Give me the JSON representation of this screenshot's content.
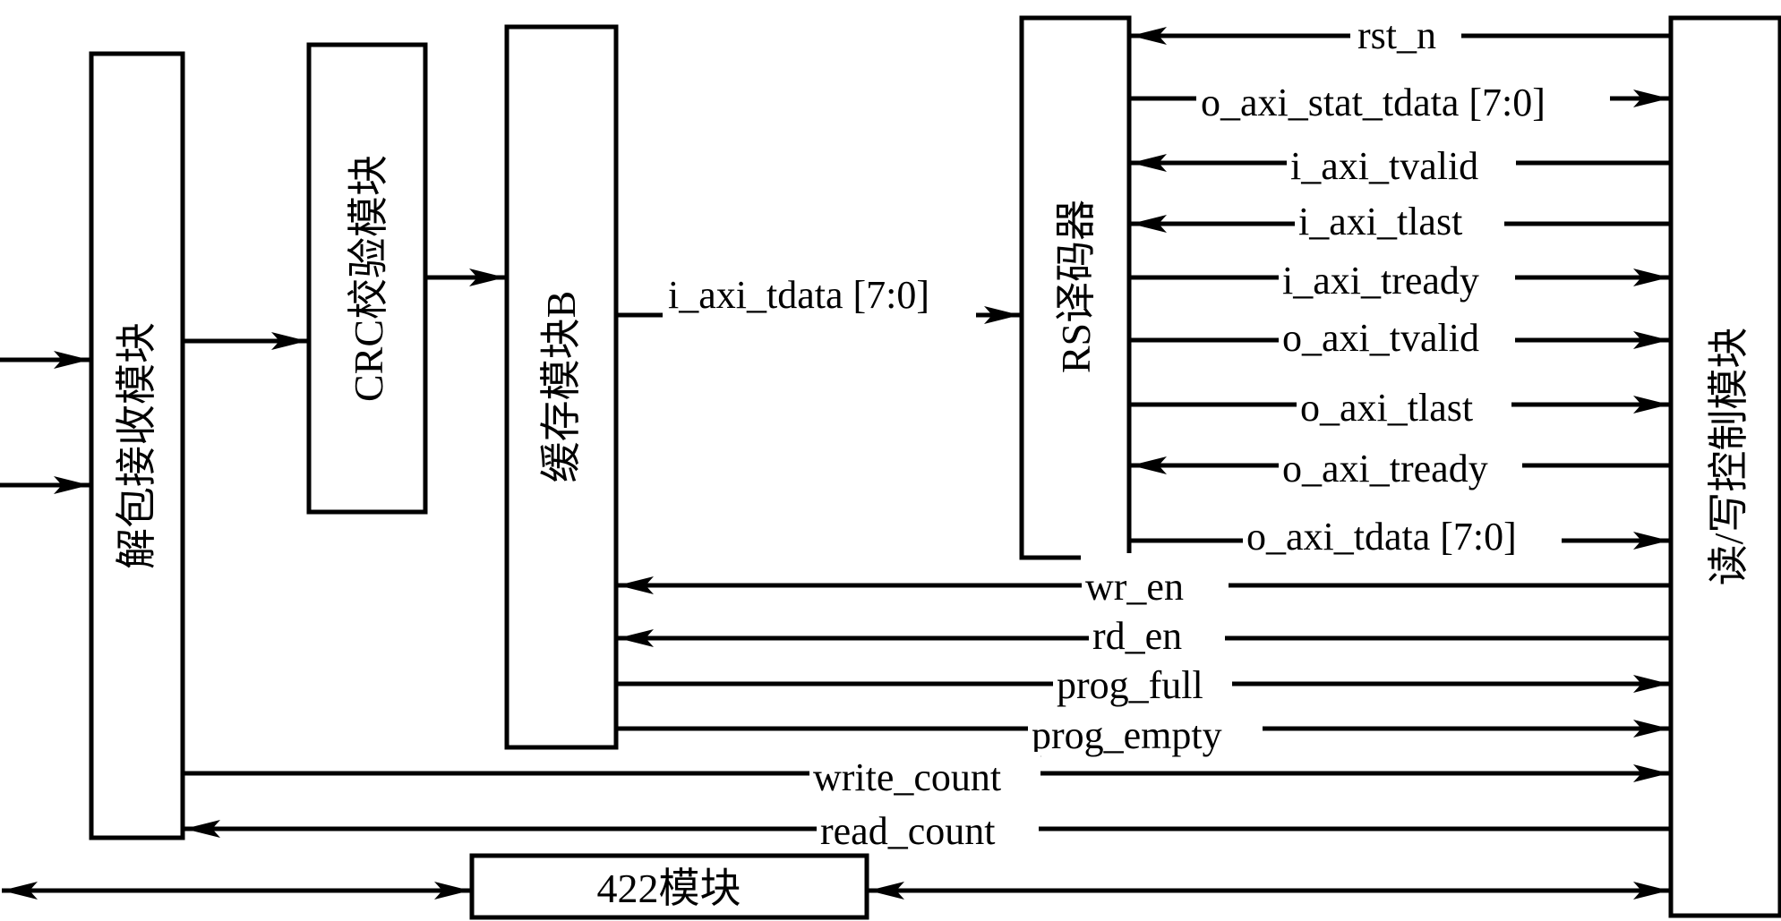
{
  "modules": {
    "unpack": "解包接收模块",
    "crc": "CRC校验模块",
    "buffer": "缓存模块B",
    "rs": "RS译码器",
    "rw_ctrl": "读/写控制模块",
    "m422": "422模块"
  },
  "signals": {
    "rst_n": "rst_n",
    "o_axi_stat_tdata": "o_axi_stat_tdata [7:0]",
    "i_axi_tvalid": "i_axi_tvalid",
    "i_axi_tlast": "i_axi_tlast",
    "i_axi_tready": "i_axi_tready",
    "o_axi_tvalid": "o_axi_tvalid",
    "o_axi_tlast": "o_axi_tlast",
    "o_axi_tready": "o_axi_tready",
    "o_axi_tdata": "o_axi_tdata [7:0]",
    "i_axi_tdata": "i_axi_tdata [7:0]",
    "wr_en": "wr_en",
    "rd_en": "rd_en",
    "prog_full": "prog_full",
    "prog_empty": "prog_empty",
    "write_count": "write_count",
    "read_count": "read_count"
  },
  "colors": {
    "line": "#000000",
    "background": "#ffffff"
  }
}
